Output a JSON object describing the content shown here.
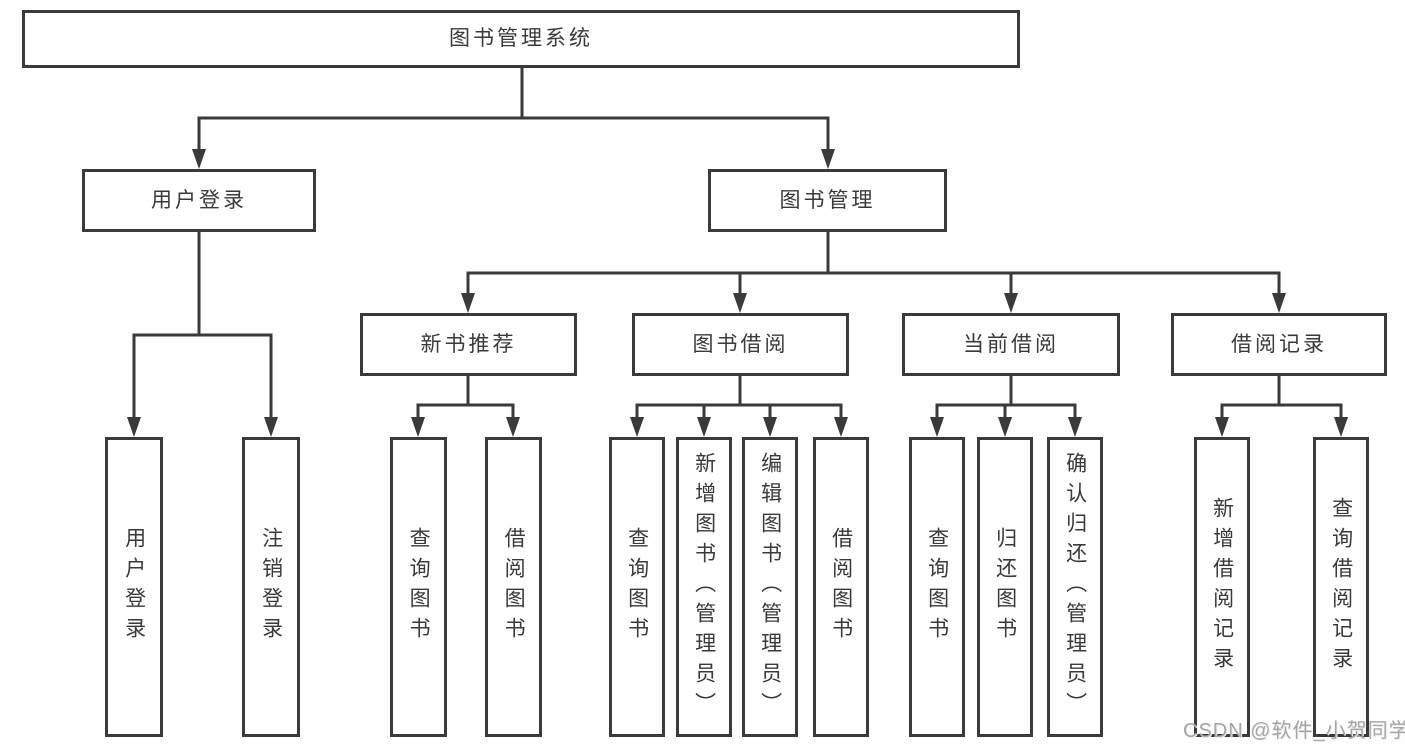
{
  "tree": {
    "root": {
      "label": "图书管理系统"
    },
    "branches": [
      {
        "label": "用户登录",
        "children": [
          {
            "label": "用户登录"
          },
          {
            "label": "注销登录"
          }
        ]
      },
      {
        "label": "图书管理",
        "children": [
          {
            "label": "新书推荐",
            "children": [
              {
                "label": "查询图书"
              },
              {
                "label": "借阅图书"
              }
            ]
          },
          {
            "label": "图书借阅",
            "children": [
              {
                "label": "查询图书"
              },
              {
                "label": "新增图书（管理员）"
              },
              {
                "label": "编辑图书（管理员）"
              },
              {
                "label": "借阅图书"
              }
            ]
          },
          {
            "label": "当前借阅",
            "children": [
              {
                "label": "查询图书"
              },
              {
                "label": "归还图书"
              },
              {
                "label": "确认归还（管理员）"
              }
            ]
          },
          {
            "label": "借阅记录",
            "children": [
              {
                "label": "新增借阅记录"
              },
              {
                "label": "查询借阅记录"
              }
            ]
          }
        ]
      }
    ]
  },
  "watermark": {
    "text": "CSDN @软件_小贺同学"
  },
  "colors": {
    "line": "#3a3a3a",
    "background": "#ffffff",
    "watermark": "#a6a6a6"
  }
}
